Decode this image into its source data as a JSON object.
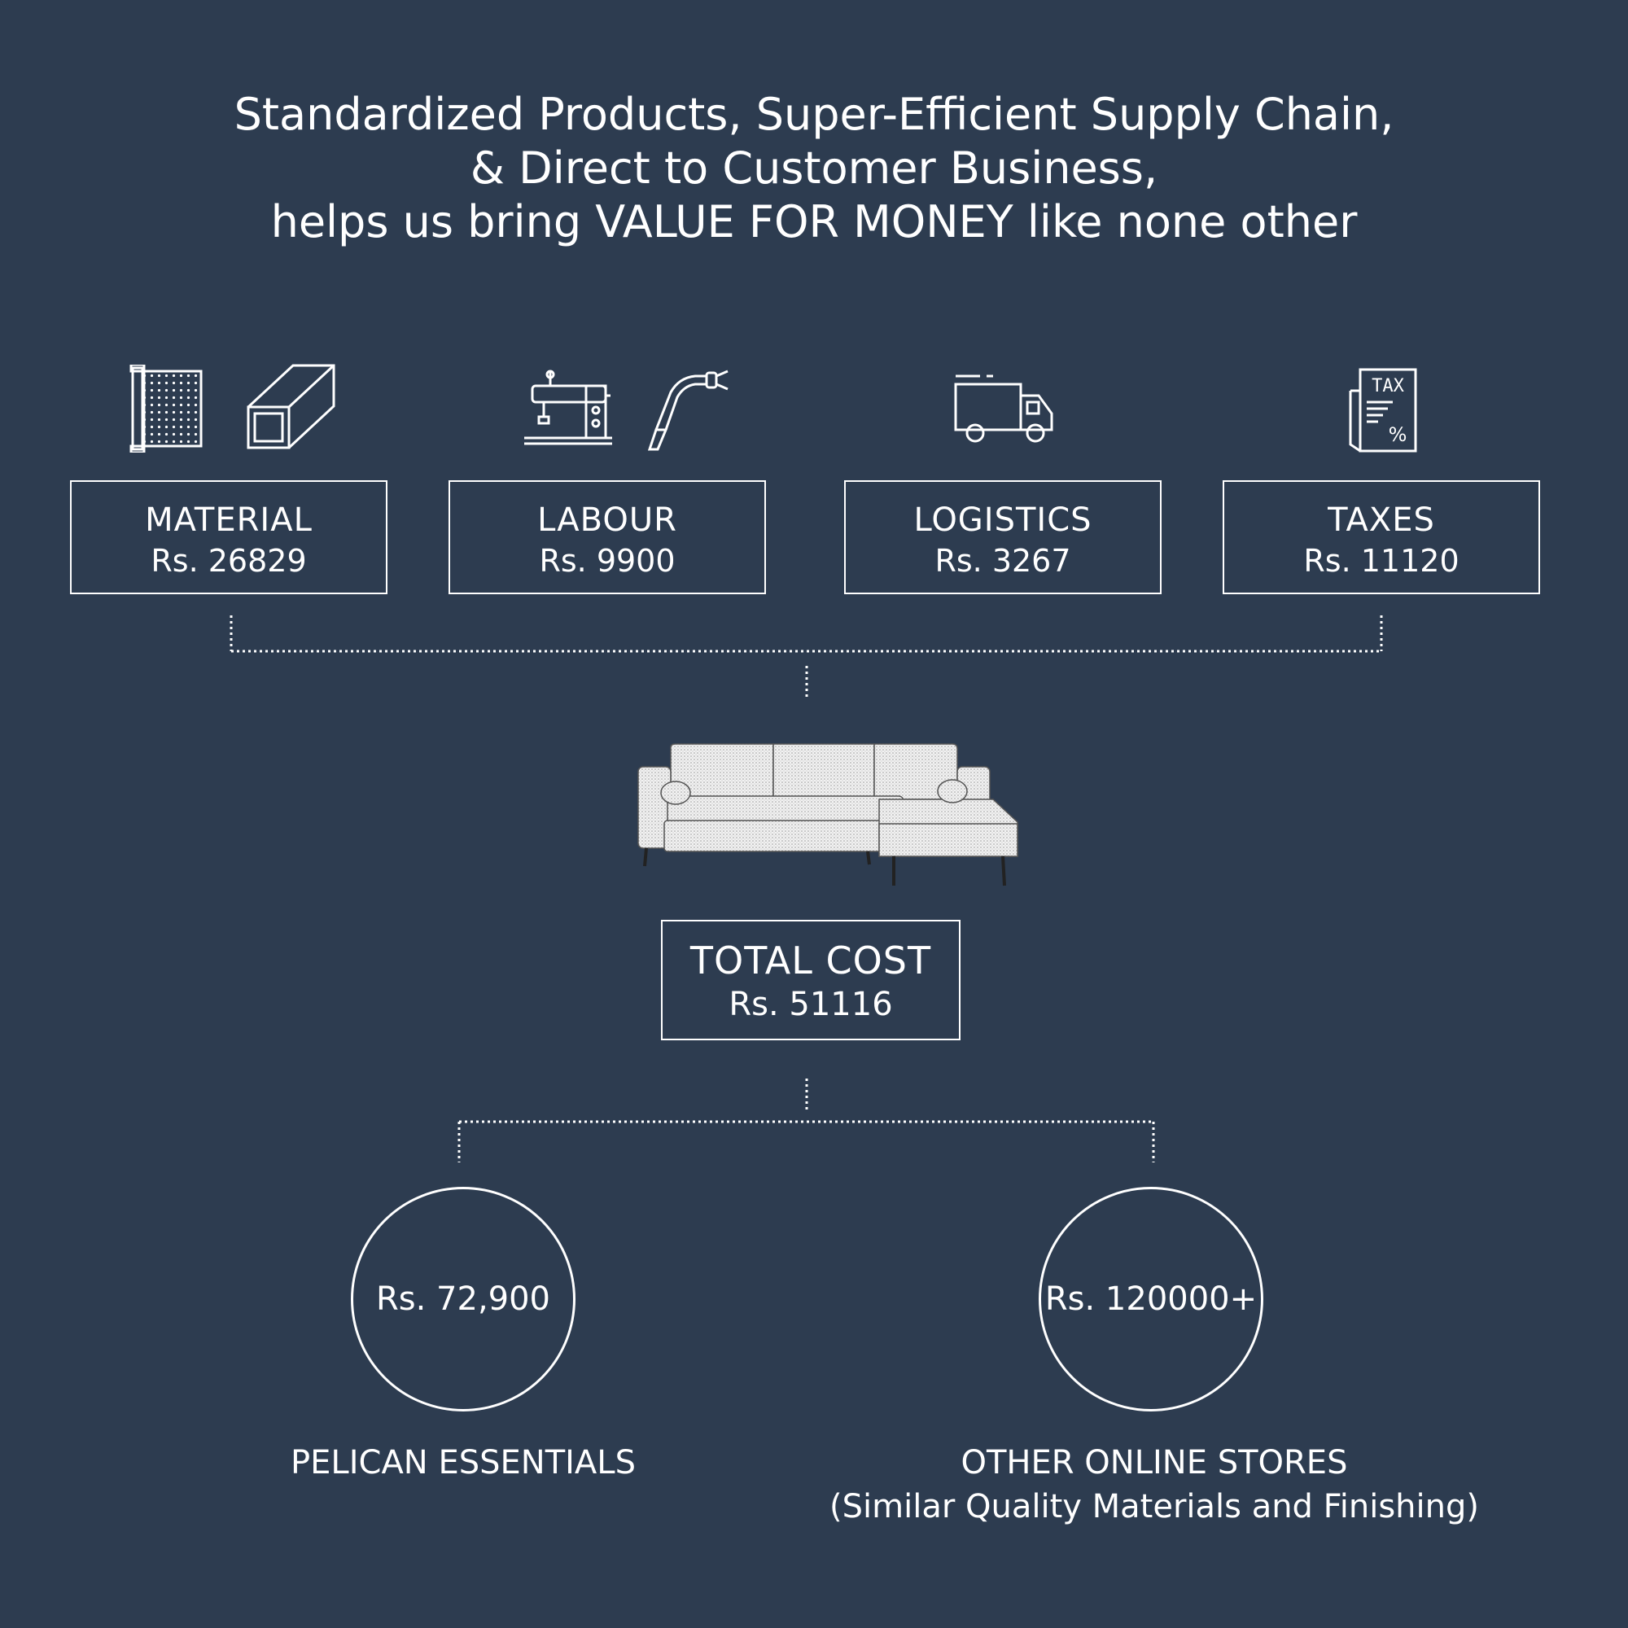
{
  "headline": {
    "line1": "Standardized Products, Super-Efficient Supply Chain,",
    "line2": "& Direct to Customer Business,",
    "line3": "helps us bring VALUE FOR MONEY like none other"
  },
  "costs": [
    {
      "label": "MATERIAL",
      "value": "Rs. 26829",
      "icons": [
        "fabric-roll-icon",
        "steel-tube-icon"
      ]
    },
    {
      "label": "LABOUR",
      "value": "Rs. 9900",
      "icons": [
        "sewing-machine-icon",
        "welding-torch-icon"
      ]
    },
    {
      "label": "LOGISTICS",
      "value": "Rs. 3267",
      "icons": [
        "delivery-truck-icon"
      ]
    },
    {
      "label": "TAXES",
      "value": "Rs. 11120",
      "icons": [
        "tax-document-icon"
      ],
      "icon_text": {
        "tax": "TAX",
        "percent": "%"
      }
    }
  ],
  "product": {
    "icon": "sofa-icon"
  },
  "total": {
    "label": "TOTAL COST",
    "value": "Rs. 51116"
  },
  "prices": [
    {
      "value": "Rs. 72,900",
      "label_line1": "PELICAN ESSENTIALS",
      "label_line2": ""
    },
    {
      "value": "Rs. 120000+",
      "label_line1": "OTHER ONLINE STORES",
      "label_line2": "(Similar Quality Materials and Finishing)"
    }
  ],
  "colors": {
    "background": "#2d3c50",
    "foreground": "#ffffff"
  }
}
